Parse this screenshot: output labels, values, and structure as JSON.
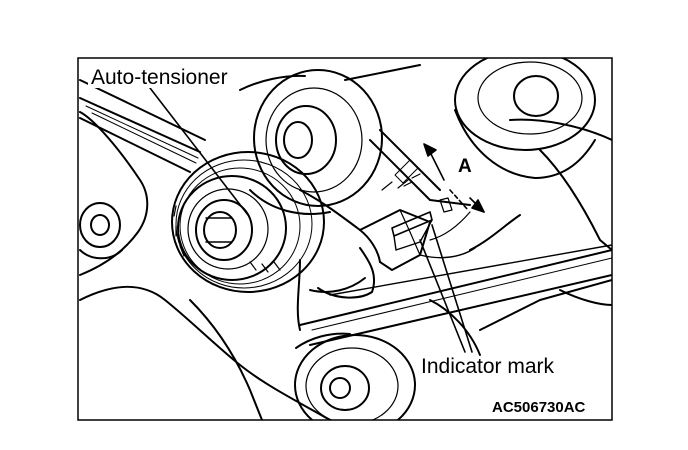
{
  "labels": {
    "auto_tensioner": "Auto-tensioner",
    "indicator_mark": "Indicator mark",
    "dimension_a": "A",
    "figure_code": "AC506730AC"
  }
}
